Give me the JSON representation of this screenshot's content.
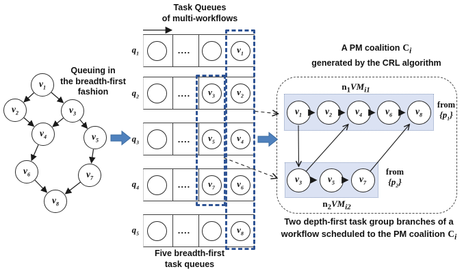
{
  "colors": {
    "dashed_selection_box": "#2e5394",
    "flow_arrow_blue": "#4f81bd",
    "vm_row_fill": "#dbe2f3",
    "line_stroke": "#1a1a1a"
  },
  "left_dag": {
    "caption_lines": [
      "Queuing in",
      "the breadth-first",
      "fashion"
    ],
    "nodes": [
      {
        "base": "v",
        "sub": "1"
      },
      {
        "base": "v",
        "sub": "2"
      },
      {
        "base": "v",
        "sub": "3"
      },
      {
        "base": "v",
        "sub": "4"
      },
      {
        "base": "v",
        "sub": "5"
      },
      {
        "base": "v",
        "sub": "6"
      },
      {
        "base": "v",
        "sub": "7"
      },
      {
        "base": "v",
        "sub": "8"
      }
    ]
  },
  "queues": {
    "title_lines": [
      "Task Queues",
      "of multi-workflows"
    ],
    "caption_lines": [
      "Five breadth-first",
      "task queues"
    ],
    "rows": [
      {
        "label_base": "q",
        "label_sub": "1",
        "dots": "....",
        "cell3_base": "",
        "cell3_sub": "",
        "cell4_base": "v",
        "cell4_sub": "1"
      },
      {
        "label_base": "q",
        "label_sub": "2",
        "dots": "....",
        "cell3_base": "v",
        "cell3_sub": "3",
        "cell4_base": "v",
        "cell4_sub": "2"
      },
      {
        "label_base": "q",
        "label_sub": "3",
        "dots": "....",
        "cell3_base": "v",
        "cell3_sub": "5",
        "cell4_base": "v",
        "cell4_sub": "4"
      },
      {
        "label_base": "q",
        "label_sub": "4",
        "dots": "....",
        "cell3_base": "v",
        "cell3_sub": "7",
        "cell4_base": "v",
        "cell4_sub": "6"
      },
      {
        "label_base": "q",
        "label_sub": "5",
        "dots": "....",
        "cell3_base": "",
        "cell3_sub": "",
        "cell4_base": "v",
        "cell4_sub": "8"
      }
    ]
  },
  "pm_panel": {
    "title_text": "A PM coalition",
    "title_sym": "C",
    "title_sym_sub": "i",
    "title_line2": "generated by the CRL algorithm",
    "vm1": {
      "label_n": "n",
      "label_n_sub": "1",
      "label_vm": "VM",
      "label_vm_sub": "i1",
      "nodes": [
        {
          "base": "v",
          "sub": "1"
        },
        {
          "base": "v",
          "sub": "2"
        },
        {
          "base": "v",
          "sub": "4"
        },
        {
          "base": "v",
          "sub": "6"
        },
        {
          "base": "v",
          "sub": "8"
        }
      ],
      "from_word": "from",
      "set_pre": "{",
      "set_base": "p",
      "set_sub": "1",
      "set_post": "}"
    },
    "vm2": {
      "label_n": "n",
      "label_n_sub": "2",
      "label_vm": "VM",
      "label_vm_sub": "i2",
      "nodes": [
        {
          "base": "v",
          "sub": "3"
        },
        {
          "base": "v",
          "sub": "5"
        },
        {
          "base": "v",
          "sub": "7"
        }
      ],
      "from_word": "from",
      "set_pre": "{",
      "set_base": "p",
      "set_sub": "2",
      "set_post": "}"
    },
    "caption_line1": "Two depth-first task group branches of a",
    "caption_line2": "workflow scheduled to the PM coalition",
    "caption_sym": "C",
    "caption_sym_sub": "i"
  }
}
